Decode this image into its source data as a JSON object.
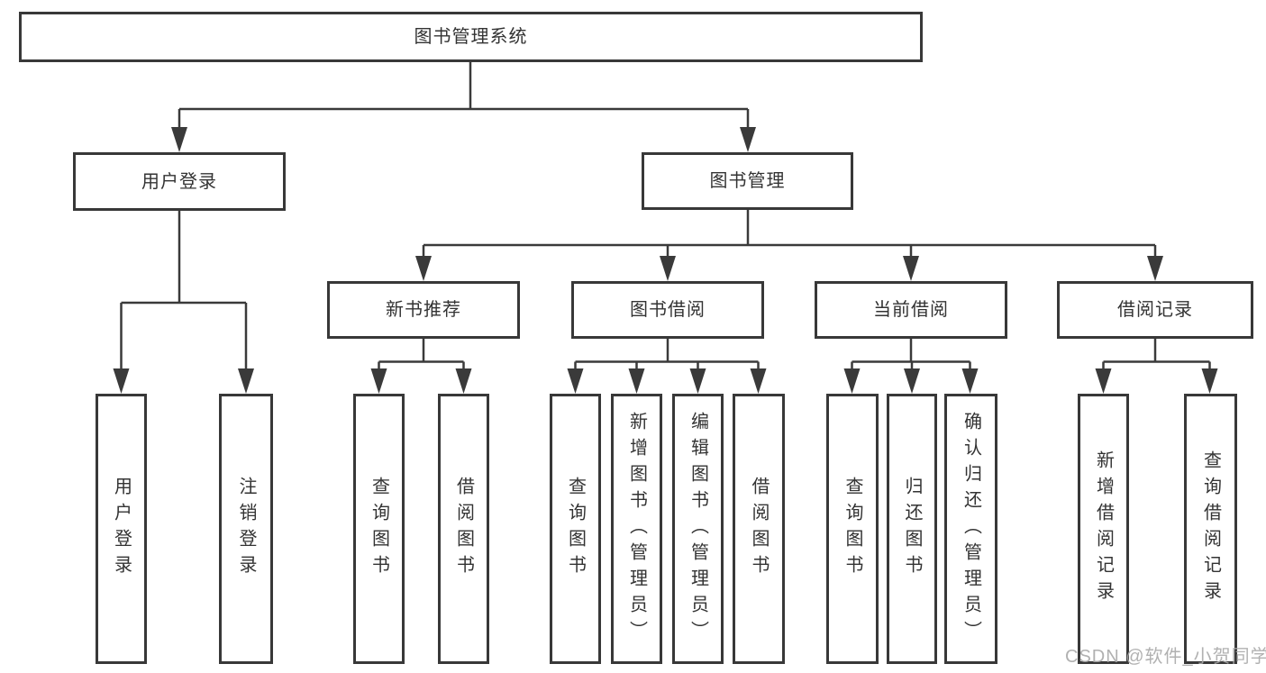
{
  "diagram": {
    "title": "图书管理系统",
    "user_login": {
      "label": "用户登录",
      "children": [
        "用户登录",
        "注销登录"
      ]
    },
    "book_mgmt": {
      "label": "图书管理",
      "new_books": {
        "label": "新书推荐",
        "children": [
          "查询图书",
          "借阅图书"
        ]
      },
      "borrowing": {
        "label": "图书借阅",
        "children": [
          "查询图书",
          "新增图书（管理员）",
          "编辑图书（管理员）",
          "借阅图书"
        ]
      },
      "current": {
        "label": "当前借阅",
        "children": [
          "查询图书",
          "归还图书",
          "确认归还（管理员）"
        ]
      },
      "records": {
        "label": "借阅记录",
        "children": [
          "新增借阅记录",
          "查询借阅记录"
        ]
      }
    }
  },
  "watermark": "CSDN @软件_小贺同学",
  "colors": {
    "box_border": "#383838",
    "line": "#3a3a3a",
    "text": "#333333",
    "watermark_text": "#a8a8a8",
    "background": "#ffffff"
  }
}
